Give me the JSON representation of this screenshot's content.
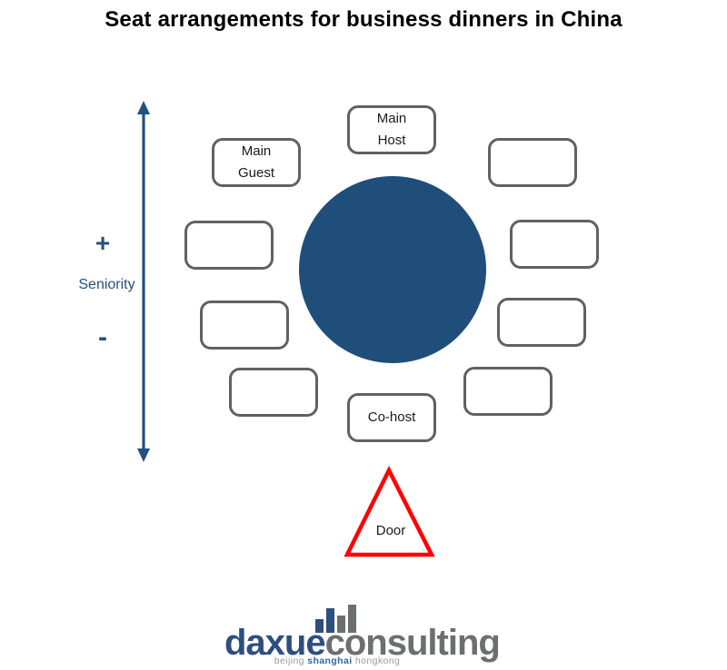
{
  "title": "Seat arrangements for business dinners in China",
  "seniority": {
    "plus": "+",
    "minus": "-",
    "label": "Seniority"
  },
  "seats": [
    {
      "name": "main-host",
      "line1": "Main",
      "line2": "Host"
    },
    {
      "name": "main-guest",
      "line1": "Main",
      "line2": "Guest"
    },
    {
      "name": "empty-right-top",
      "line1": "",
      "line2": ""
    },
    {
      "name": "empty-left-middle",
      "line1": "",
      "line2": ""
    },
    {
      "name": "empty-right-middle",
      "line1": "",
      "line2": ""
    },
    {
      "name": "empty-left-lower",
      "line1": "",
      "line2": ""
    },
    {
      "name": "empty-right-lower",
      "line1": "",
      "line2": ""
    },
    {
      "name": "empty-bottom-left",
      "line1": "",
      "line2": ""
    },
    {
      "name": "empty-bottom-right",
      "line1": "",
      "line2": ""
    },
    {
      "name": "co-host",
      "line1": "Co-host",
      "line2": ""
    }
  ],
  "door": {
    "label": "Door"
  },
  "logo": {
    "name_primary": "daxue",
    "name_secondary": "consulting",
    "tagline": {
      "city1": "beijing",
      "city2": "shanghai",
      "city3": "hongkong"
    }
  },
  "colors": {
    "accent_blue": "#24517E",
    "table_blue": "#1F4E7B",
    "seat_border_gray": "#616161",
    "door_red": "#FF0000",
    "logo_blue": "#2D4E7F",
    "logo_gray": "#6D6E70",
    "tagline_gray": "#9B9B9B",
    "tagline_blue": "#35679F"
  }
}
